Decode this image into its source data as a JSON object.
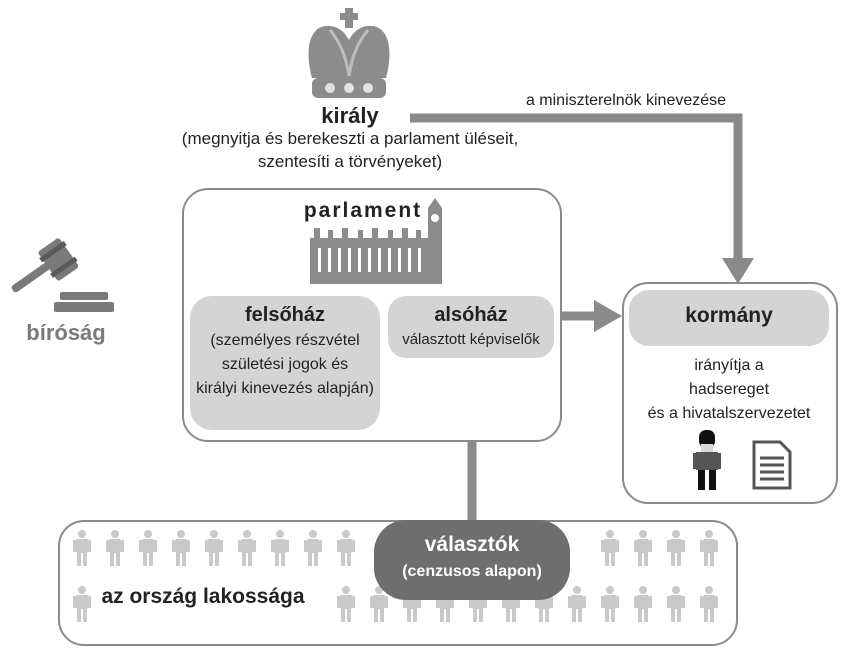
{
  "king": {
    "title": "király",
    "desc_line1": "(megnyitja és berekeszti a parlament üléseit,",
    "desc_line2": "szentesíti a törvényeket)"
  },
  "arrow_label": "a miniszterelnök kinevezése",
  "parliament": {
    "title": "parlament"
  },
  "upper_house": {
    "title": "felsőház",
    "line1": "(személyes részvétel",
    "line2": "születési jogok és",
    "line3": "királyi kinevezés alapján)"
  },
  "lower_house": {
    "title": "alsóház",
    "subtitle": "választott képviselők"
  },
  "government": {
    "title": "kormány",
    "line1": "irányítja a",
    "line2": "hadsereget",
    "line3": "és a hivatalszervezetet"
  },
  "court": {
    "title": "bíróság"
  },
  "population": {
    "title": "az ország lakossága"
  },
  "voters": {
    "title": "választók",
    "subtitle": "(cenzusos alapon)"
  },
  "colors": {
    "box_border": "#8a8a8a",
    "pill_fill": "#d4d4d4",
    "arrow": "#8a8a8a",
    "voters_fill": "#6e6e6e",
    "people": "#c9c9c9"
  },
  "icons": [
    "crown-icon",
    "gavel-icon",
    "parliament-building-icon",
    "guard-icon",
    "document-icon",
    "person-icon"
  ]
}
